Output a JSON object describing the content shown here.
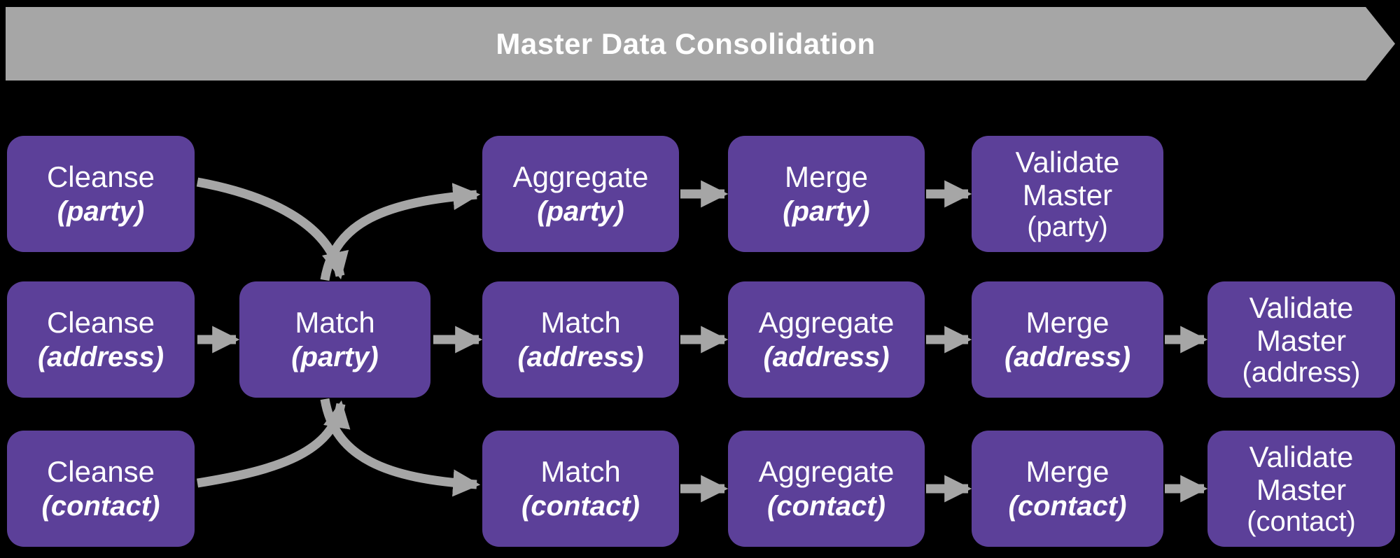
{
  "title": "Master Data Consolidation",
  "colors": {
    "background": "#000000",
    "banner": "#A6A6A6",
    "node": "#5C4099",
    "arrow": "#A6A6A6",
    "text": "#FFFFFF"
  },
  "nodes": {
    "cleanse_party": {
      "label": "Cleanse",
      "qualifier": "(party)"
    },
    "aggregate_party": {
      "label": "Aggregate",
      "qualifier": "(party)"
    },
    "merge_party": {
      "label": "Merge",
      "qualifier": "(party)"
    },
    "validate_master_party": {
      "label": "Validate Master",
      "qualifier": "(party)"
    },
    "cleanse_address": {
      "label": "Cleanse",
      "qualifier": "(address)"
    },
    "match_party": {
      "label": "Match",
      "qualifier": "(party)"
    },
    "match_address": {
      "label": "Match",
      "qualifier": "(address)"
    },
    "aggregate_address": {
      "label": "Aggregate",
      "qualifier": "(address)"
    },
    "merge_address": {
      "label": "Merge",
      "qualifier": "(address)"
    },
    "validate_master_address": {
      "label": "Validate Master",
      "qualifier": "(address)"
    },
    "cleanse_contact": {
      "label": "Cleanse",
      "qualifier": "(contact)"
    },
    "match_contact": {
      "label": "Match",
      "qualifier": "(contact)"
    },
    "aggregate_contact": {
      "label": "Aggregate",
      "qualifier": "(contact)"
    },
    "merge_contact": {
      "label": "Merge",
      "qualifier": "(contact)"
    },
    "validate_master_contact": {
      "label": "Validate Master",
      "qualifier": "(contact)"
    }
  },
  "flows": [
    {
      "from": "cleanse_party",
      "to": "match_party",
      "style": "curved"
    },
    {
      "from": "cleanse_address",
      "to": "match_party",
      "style": "straight"
    },
    {
      "from": "cleanse_contact",
      "to": "match_party",
      "style": "curved"
    },
    {
      "from": "match_party",
      "to": "aggregate_party",
      "style": "curved"
    },
    {
      "from": "match_party",
      "to": "match_address",
      "style": "straight"
    },
    {
      "from": "match_party",
      "to": "match_contact",
      "style": "curved"
    },
    {
      "from": "aggregate_party",
      "to": "merge_party",
      "style": "straight"
    },
    {
      "from": "merge_party",
      "to": "validate_master_party",
      "style": "straight"
    },
    {
      "from": "match_address",
      "to": "aggregate_address",
      "style": "straight"
    },
    {
      "from": "aggregate_address",
      "to": "merge_address",
      "style": "straight"
    },
    {
      "from": "merge_address",
      "to": "validate_master_address",
      "style": "straight"
    },
    {
      "from": "match_contact",
      "to": "aggregate_contact",
      "style": "straight"
    },
    {
      "from": "aggregate_contact",
      "to": "merge_contact",
      "style": "straight"
    },
    {
      "from": "merge_contact",
      "to": "validate_master_contact",
      "style": "straight"
    }
  ]
}
